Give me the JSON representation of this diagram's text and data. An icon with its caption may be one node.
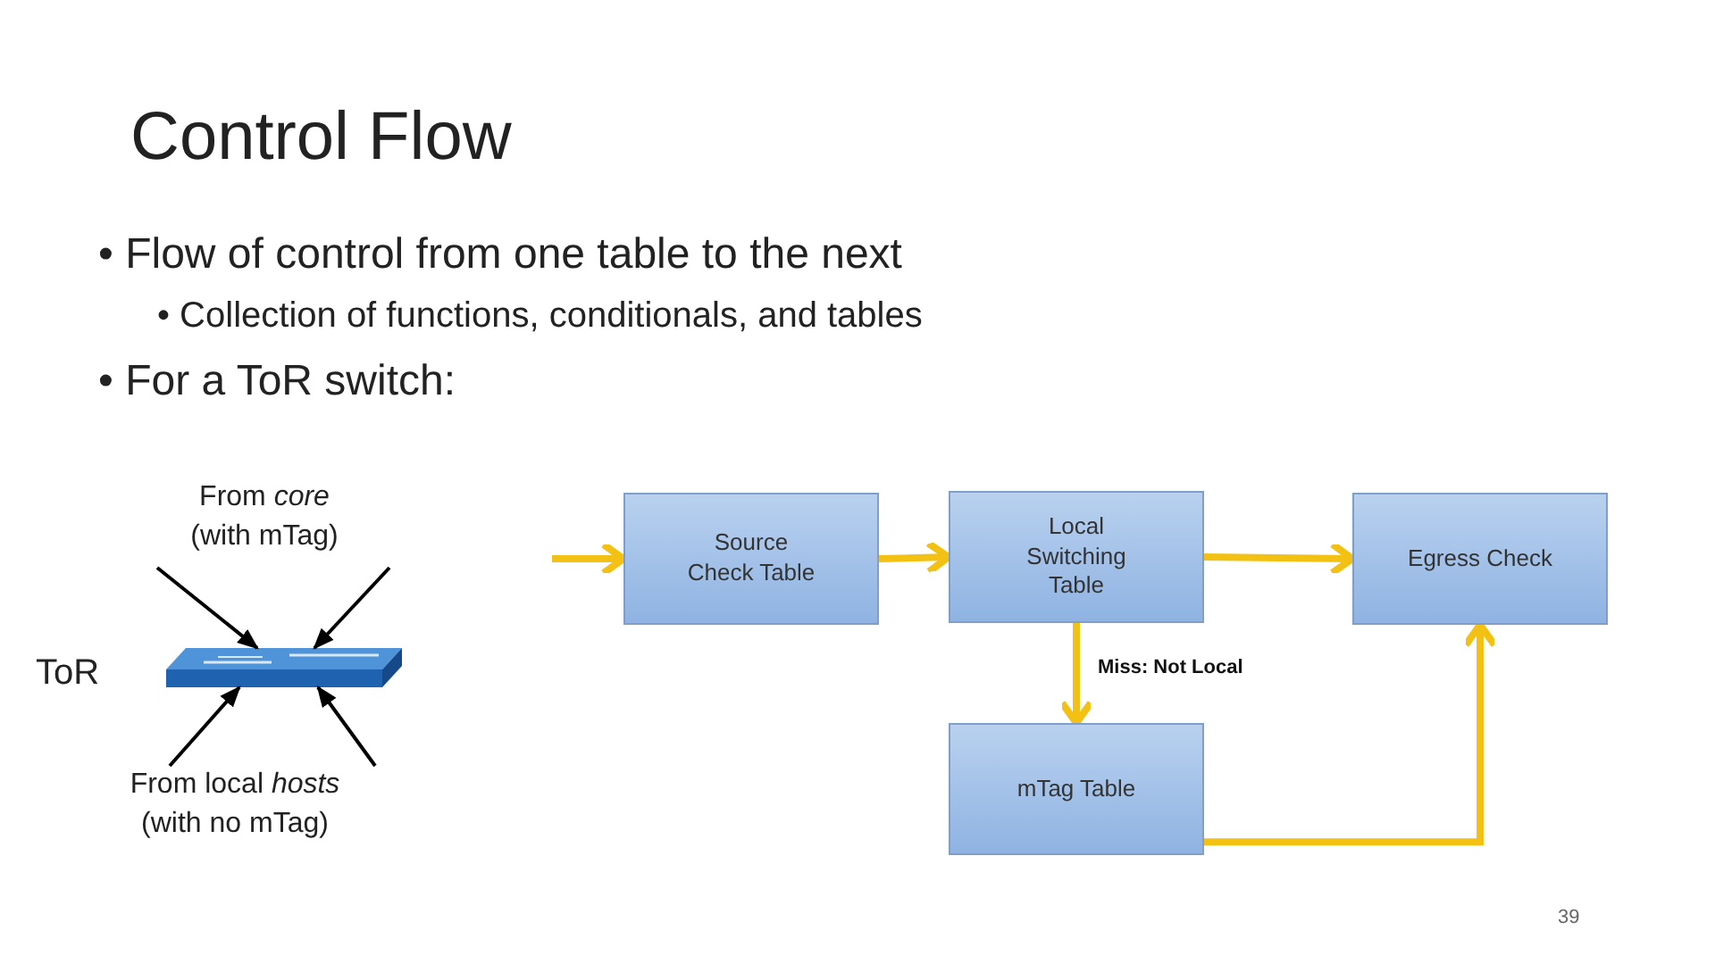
{
  "diagram": {
    "title": "Control Flow",
    "nodes": [
      {
        "text": [
          "From *core* (with mTag)"
        ]
      },
      {
        "text": [],
        "shape": "picture",
        "beside": [
          "ToR"
        ]
      },
      {
        "text": [
          "From local *hosts* (with no mTag)"
        ]
      },
      {
        "text": [
          "Source Check Table"
        ]
      },
      {
        "text": [
          "Local Switching Table"
        ]
      },
      {
        "text": [
          "Egress Check"
        ]
      },
      {
        "text": [
          "mTag Table"
        ]
      }
    ],
    "edges": [
      {
        "from": 0,
        "to": 1,
        "arrow": "to",
        "color": "#000000"
      },
      {
        "from": 0,
        "to": 1,
        "arrow": "to",
        "color": "#000000"
      },
      {
        "from": 2,
        "to": 1,
        "arrow": "to",
        "color": "#000000"
      },
      {
        "from": 2,
        "to": 1,
        "arrow": "to",
        "color": "#000000"
      },
      {
        "from": null,
        "to": 3,
        "arrow": "to"
      },
      {
        "from": 3,
        "to": 4,
        "arrow": "to"
      },
      {
        "from": 4,
        "to": 5,
        "arrow": "to"
      },
      {
        "from": 4,
        "to": 6,
        "arrow": "to",
        "label": "Miss: Not Local"
      },
      {
        "from": 6,
        "to": 5,
        "arrow": "to"
      }
    ],
    "labels": [
      "• Flow of control from one table to the next",
      "• Collection of functions, conditionals, and tables",
      "• For a ToR switch:",
      "39"
    ]
  }
}
